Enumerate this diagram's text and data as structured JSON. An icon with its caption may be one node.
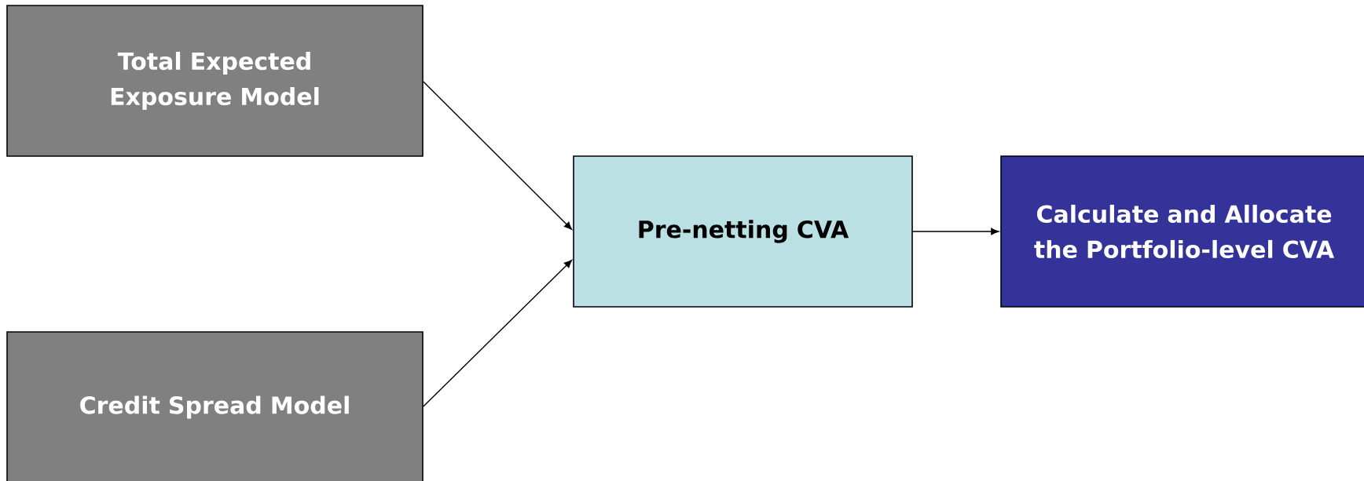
{
  "diagram": {
    "nodes": [
      {
        "text": [
          "Total Expected Exposure Model"
        ]
      },
      {
        "text": [
          "Credit Spread Model"
        ]
      },
      {
        "text": [
          "Pre-netting CVA"
        ]
      },
      {
        "text": [
          "Calculate and Allocate the Portfolio-level CVA"
        ]
      }
    ],
    "edges": [
      {
        "from": 0,
        "to": 2,
        "arrow": "to"
      },
      {
        "from": 1,
        "to": 2,
        "arrow": "to"
      },
      {
        "from": 2,
        "to": 3,
        "arrow": "to"
      }
    ]
  }
}
